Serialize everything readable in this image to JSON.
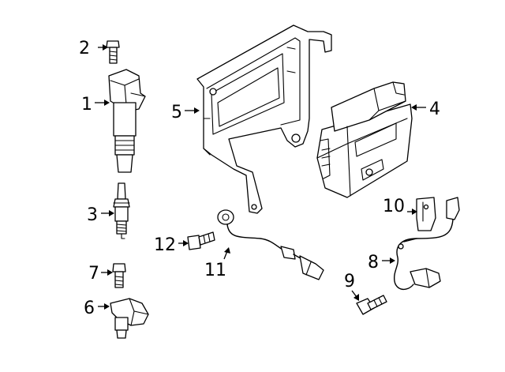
{
  "colors": {
    "background": "#ffffff",
    "line": "#000000"
  },
  "callouts": {
    "c1": "1",
    "c2": "2",
    "c3": "3",
    "c4": "4",
    "c5": "5",
    "c6": "6",
    "c7": "7",
    "c8": "8",
    "c9": "9",
    "c10": "10",
    "c11": "11",
    "c12": "12"
  },
  "parts": [
    {
      "callout": "1",
      "name": "ignition-coil"
    },
    {
      "callout": "2",
      "name": "bolt"
    },
    {
      "callout": "3",
      "name": "spark-plug"
    },
    {
      "callout": "4",
      "name": "engine-control-module"
    },
    {
      "callout": "5",
      "name": "mounting-bracket"
    },
    {
      "callout": "6",
      "name": "camshaft-position-sensor"
    },
    {
      "callout": "7",
      "name": "bolt"
    },
    {
      "callout": "8",
      "name": "crankshaft-position-sensor"
    },
    {
      "callout": "9",
      "name": "bolt"
    },
    {
      "callout": "10",
      "name": "bracket"
    },
    {
      "callout": "11",
      "name": "knock-sensor"
    },
    {
      "callout": "12",
      "name": "bolt"
    }
  ]
}
